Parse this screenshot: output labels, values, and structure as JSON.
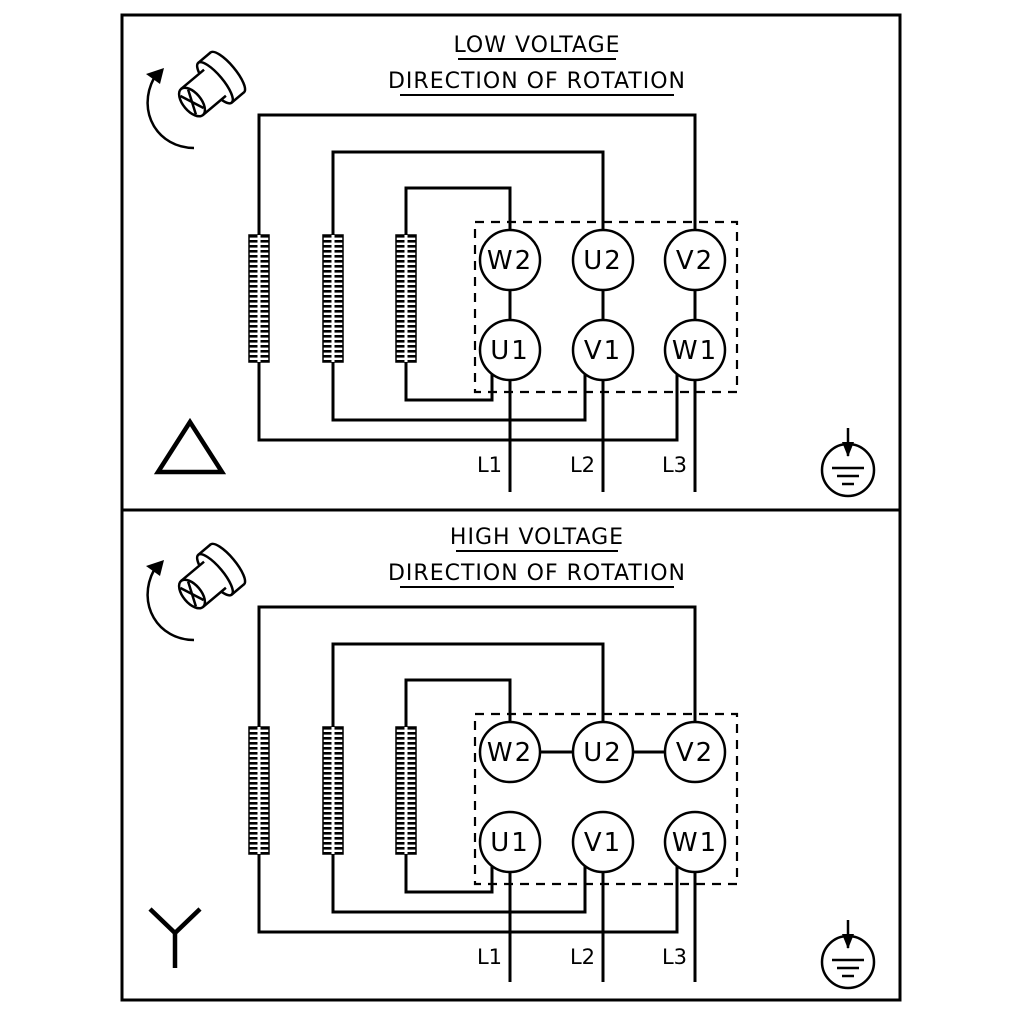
{
  "panels": [
    {
      "title": "LOW VOLTAGE",
      "subtitle": "DIRECTION OF ROTATION",
      "connection_type": "delta",
      "terminals": {
        "top": [
          "W2",
          "U2",
          "V2"
        ],
        "bottom": [
          "U1",
          "V1",
          "W1"
        ]
      },
      "supply_lines": [
        "L1",
        "L2",
        "L3"
      ]
    },
    {
      "title": "HIGH VOLTAGE",
      "subtitle": "DIRECTION OF ROTATION",
      "connection_type": "star",
      "terminals": {
        "top": [
          "W2",
          "U2",
          "V2"
        ],
        "bottom": [
          "U1",
          "V1",
          "W1"
        ]
      },
      "supply_lines": [
        "L1",
        "L2",
        "L3"
      ]
    }
  ],
  "icons": {
    "rotation": "rotation-direction-icon",
    "delta": "delta-connection-icon",
    "star": "star-connection-icon",
    "earth": "earth-ground-icon",
    "coil": "winding-coil"
  },
  "colors": {
    "line": "#000000",
    "background": "#ffffff"
  }
}
